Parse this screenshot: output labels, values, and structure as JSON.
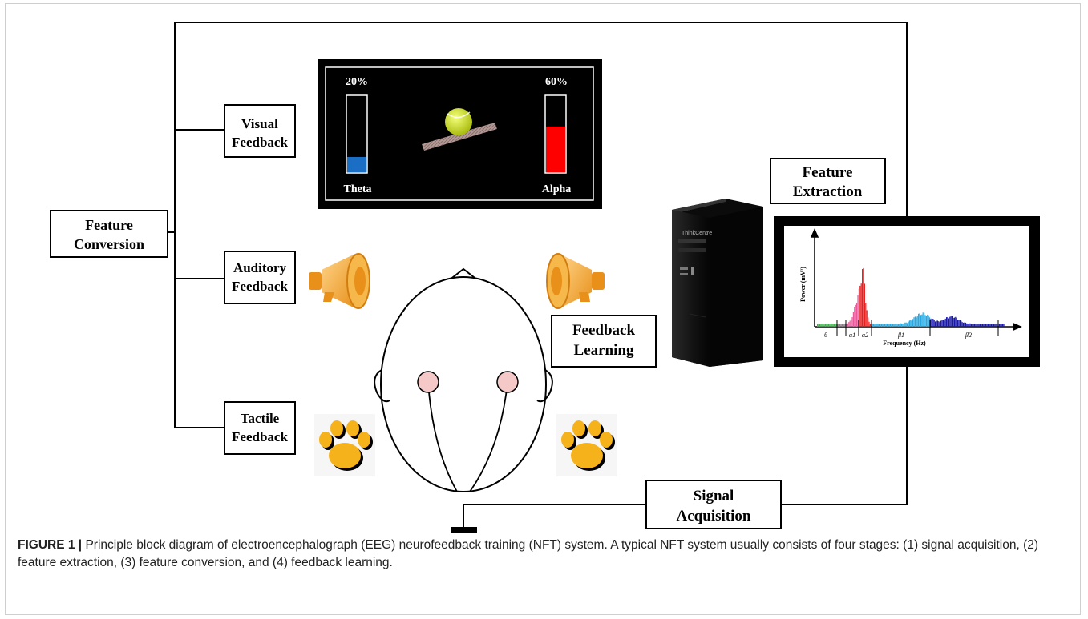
{
  "labels": {
    "visual_feedback": [
      "Visual",
      "Feedback"
    ],
    "auditory_feedback": [
      "Auditory",
      "Feedback"
    ],
    "tactile_feedback": [
      "Tactile",
      "Feedback"
    ],
    "feature_conversion": [
      "Feature",
      "Conversion"
    ],
    "feature_extraction": [
      "Feature",
      "Extraction"
    ],
    "feedback_learning": [
      "Feedback",
      "Learning"
    ],
    "signal_acquisition": [
      "Signal",
      "Acquisition"
    ]
  },
  "visual_display": {
    "theta_label": "Theta",
    "alpha_label": "Alpha",
    "theta_level_text": "20%",
    "alpha_level_text": "60%",
    "theta_level": 0.2,
    "alpha_level": 0.6,
    "theta_color": "#1a6fc4",
    "alpha_color": "#ff0000",
    "ball_color": "#d4e81c"
  },
  "spectrum": {
    "ylabel": "Power (mV²)",
    "xlabel": "Frequency (Hz)",
    "bands": [
      "θ",
      "α1",
      "α2",
      "β1",
      "β2"
    ],
    "colors": {
      "theta": "#3bb34a",
      "alpha1": "#e85a9b",
      "alpha2": "#e82020",
      "beta1": "#29a8e0",
      "beta2": "#1a1aa8"
    }
  },
  "computer": {
    "brand": "ThinkCentre"
  },
  "colors": {
    "speaker": "#f5a623",
    "paw": "#f6b21a"
  },
  "caption": {
    "label": "FIGURE 1 |",
    "text": " Principle block diagram of electroencephalograph (EEG) neurofeedback training (NFT) system. A typical NFT system usually consists of four stages: (1) signal acquisition, (2) feature extraction, (3) feature conversion, and (4) feedback learning."
  }
}
